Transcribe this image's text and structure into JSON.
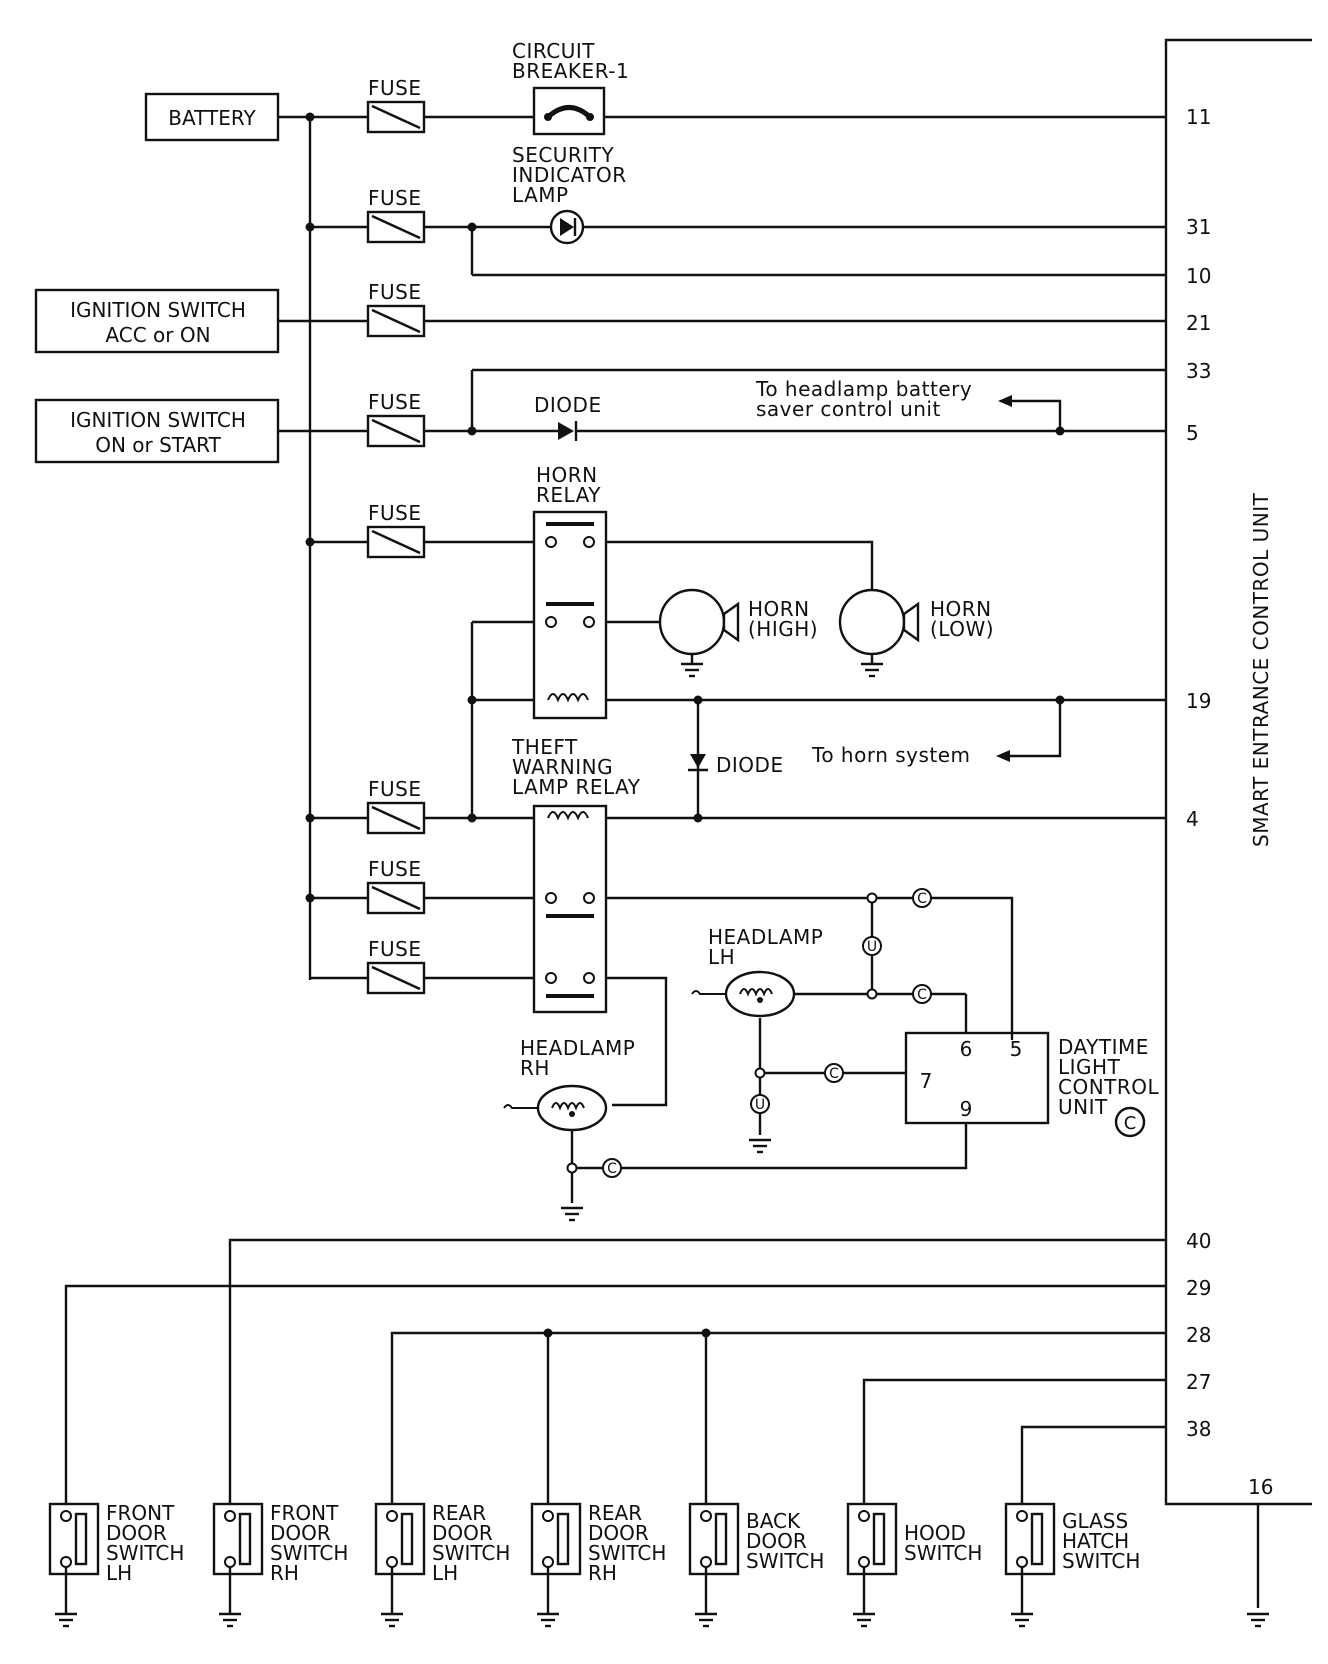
{
  "sources": {
    "battery": "BATTERY",
    "ign_acc_1": "IGNITION SWITCH",
    "ign_acc_2": "ACC or ON",
    "ign_start_1": "IGNITION SWITCH",
    "ign_start_2": "ON or START"
  },
  "fuse_label": "FUSE",
  "breaker": [
    "CIRCUIT",
    "BREAKER-1"
  ],
  "security_lamp": [
    "SECURITY",
    "INDICATOR",
    "LAMP"
  ],
  "diode_label": "DIODE",
  "headlamp_saver": [
    "To headlamp battery",
    "saver control unit"
  ],
  "horn_relay": [
    "HORN",
    "RELAY"
  ],
  "horn_high": [
    "HORN",
    "(HIGH)"
  ],
  "horn_low": [
    "HORN",
    "(LOW)"
  ],
  "to_horn_system": "To horn system",
  "theft_relay": [
    "THEFT",
    "WARNING",
    "LAMP RELAY"
  ],
  "headlamp_lh": [
    "HEADLAMP",
    "LH"
  ],
  "headlamp_rh": [
    "HEADLAMP",
    "RH"
  ],
  "dlcu": {
    "lines": [
      "DAYTIME",
      "LIGHT",
      "CONTROL",
      "UNIT"
    ],
    "pins": [
      "6",
      "5",
      "7",
      "9"
    ]
  },
  "conn_c": "C",
  "conn_u": "U",
  "control_unit": "SMART ENTRANCE CONTROL UNIT",
  "pins": [
    "11",
    "31",
    "10",
    "21",
    "33",
    "5",
    "19",
    "4",
    "40",
    "29",
    "28",
    "27",
    "38",
    "16"
  ],
  "switches": [
    {
      "lines": [
        "FRONT",
        "DOOR",
        "SWITCH",
        "LH"
      ]
    },
    {
      "lines": [
        "FRONT",
        "DOOR",
        "SWITCH",
        "RH"
      ]
    },
    {
      "lines": [
        "REAR",
        "DOOR",
        "SWITCH",
        "LH"
      ]
    },
    {
      "lines": [
        "REAR",
        "DOOR",
        "SWITCH",
        "RH"
      ]
    },
    {
      "lines": [
        "BACK",
        "DOOR",
        "SWITCH"
      ]
    },
    {
      "lines": [
        "HOOD",
        "SWITCH"
      ]
    },
    {
      "lines": [
        "GLASS",
        "HATCH",
        "SWITCH"
      ]
    }
  ]
}
